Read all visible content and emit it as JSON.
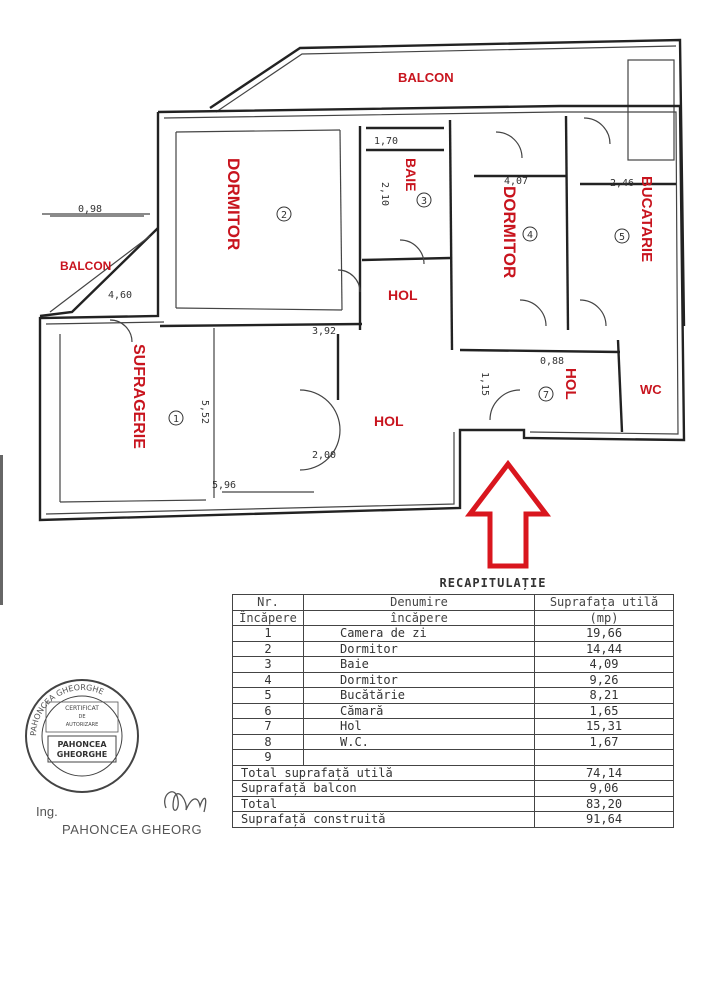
{
  "plan": {
    "rooms": {
      "balcon_top": "BALCON",
      "balcon_left": "BALCON",
      "dormitor_left": "DORMITOR",
      "baie": "BAIE",
      "dormitor_right": "DORMITOR",
      "bucatarie": "BUCATARIE",
      "hol_small": "HOL",
      "hol_center": "HOL",
      "hol_right": "HOL",
      "wc": "WC",
      "sufragerie": "SUFRAGERIE"
    },
    "dimensions": {
      "d_0_98": "0,98",
      "d_4_60": "4,60",
      "d_1_70": "1,70",
      "d_2_10": "2,10",
      "d_4_07": "4,07",
      "d_2_46": "2,46",
      "d_5_52": "5,52",
      "d_5_96": "5,96",
      "d_3_92": "3,92",
      "d_2_00": "2,00",
      "d_0_88": "0,88",
      "d_1_15": "1,15"
    },
    "room_numbers": [
      "1",
      "2",
      "3",
      "4",
      "5",
      "7"
    ],
    "arrow_color": "#d9161e",
    "label_color": "#c8141e"
  },
  "recap": {
    "title": "RECAPITULAȚIE",
    "headers": {
      "nr_top": "Nr.",
      "nr_bottom": "Încăpere",
      "den_top": "Denumire",
      "den_bottom": "încăpere",
      "sup_top": "Suprafața utilă",
      "sup_bottom": "(mp)"
    },
    "rows": [
      {
        "nr": "1",
        "name": "Camera de zi",
        "area": "19,66"
      },
      {
        "nr": "2",
        "name": "Dormitor",
        "area": "14,44"
      },
      {
        "nr": "3",
        "name": "Baie",
        "area": "4,09"
      },
      {
        "nr": "4",
        "name": "Dormitor",
        "area": "9,26"
      },
      {
        "nr": "5",
        "name": "Bucătărie",
        "area": "8,21"
      },
      {
        "nr": "6",
        "name": "Cămară",
        "area": "1,65"
      },
      {
        "nr": "7",
        "name": "Hol",
        "area": "15,31"
      },
      {
        "nr": "8",
        "name": "W.C.",
        "area": "1,67"
      },
      {
        "nr": "9",
        "name": "",
        "area": ""
      }
    ],
    "totals": [
      {
        "label": "Total suprafață utilă",
        "value": "74,14"
      },
      {
        "label": "Suprafață balcon",
        "value": "9,06"
      },
      {
        "label": "Total",
        "value": "83,20"
      },
      {
        "label": "Suprafață construită",
        "value": "91,64"
      }
    ]
  },
  "stamp": {
    "ring_text": "PAHONCEA GHEORGHE",
    "center_line1": "CERTIFICAT",
    "center_line2": "DE",
    "center_line3": "AUTORIZARE",
    "center_name1": "PAHONCEA",
    "center_name2": "GHEORGHE"
  },
  "engineer": {
    "prefix": "Ing.",
    "name": "PAHONCEA GHEORG"
  }
}
